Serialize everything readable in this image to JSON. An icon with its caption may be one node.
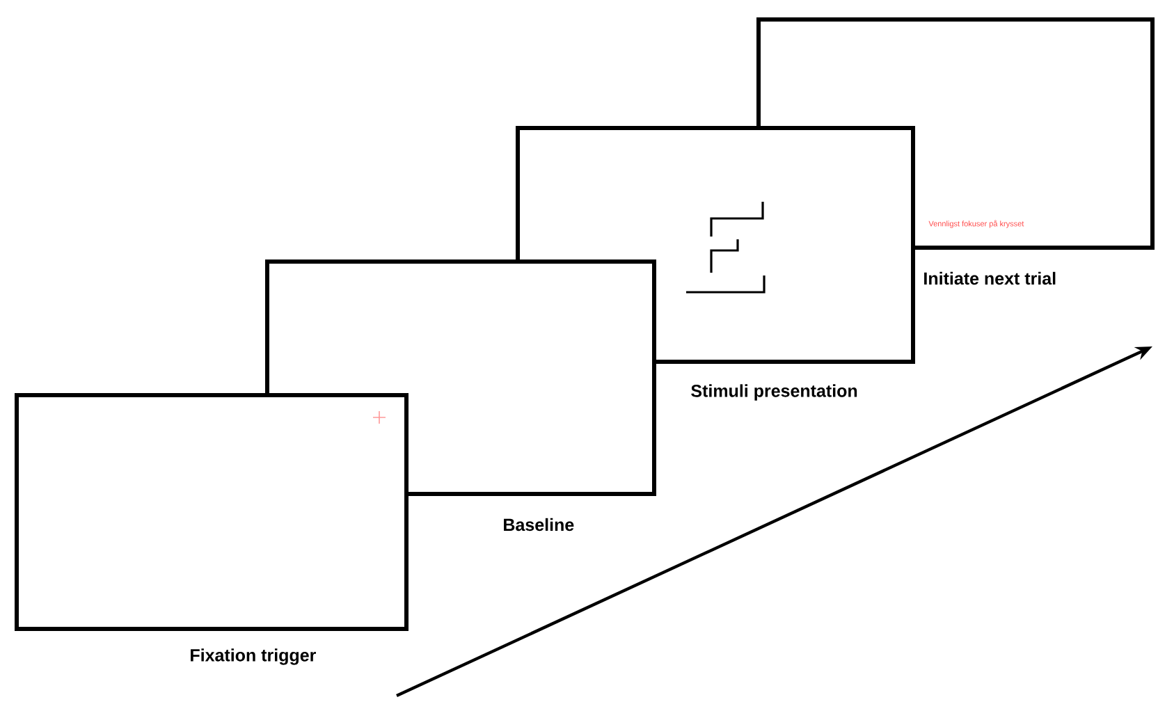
{
  "diagram": {
    "nodes": [
      {
        "text": [],
        "shape": "box",
        "beside": [
          "Fixation trigger"
        ]
      },
      {
        "text": [],
        "shape": "box",
        "beside": [
          "Baseline"
        ]
      },
      {
        "text": [],
        "shape": "box"
      },
      {
        "text": [],
        "shape": "box"
      }
    ],
    "edges": [],
    "labels": [
      "Vennligst fokuser på krysset",
      "Initiate next trial",
      "Stimuli presentation"
    ]
  }
}
